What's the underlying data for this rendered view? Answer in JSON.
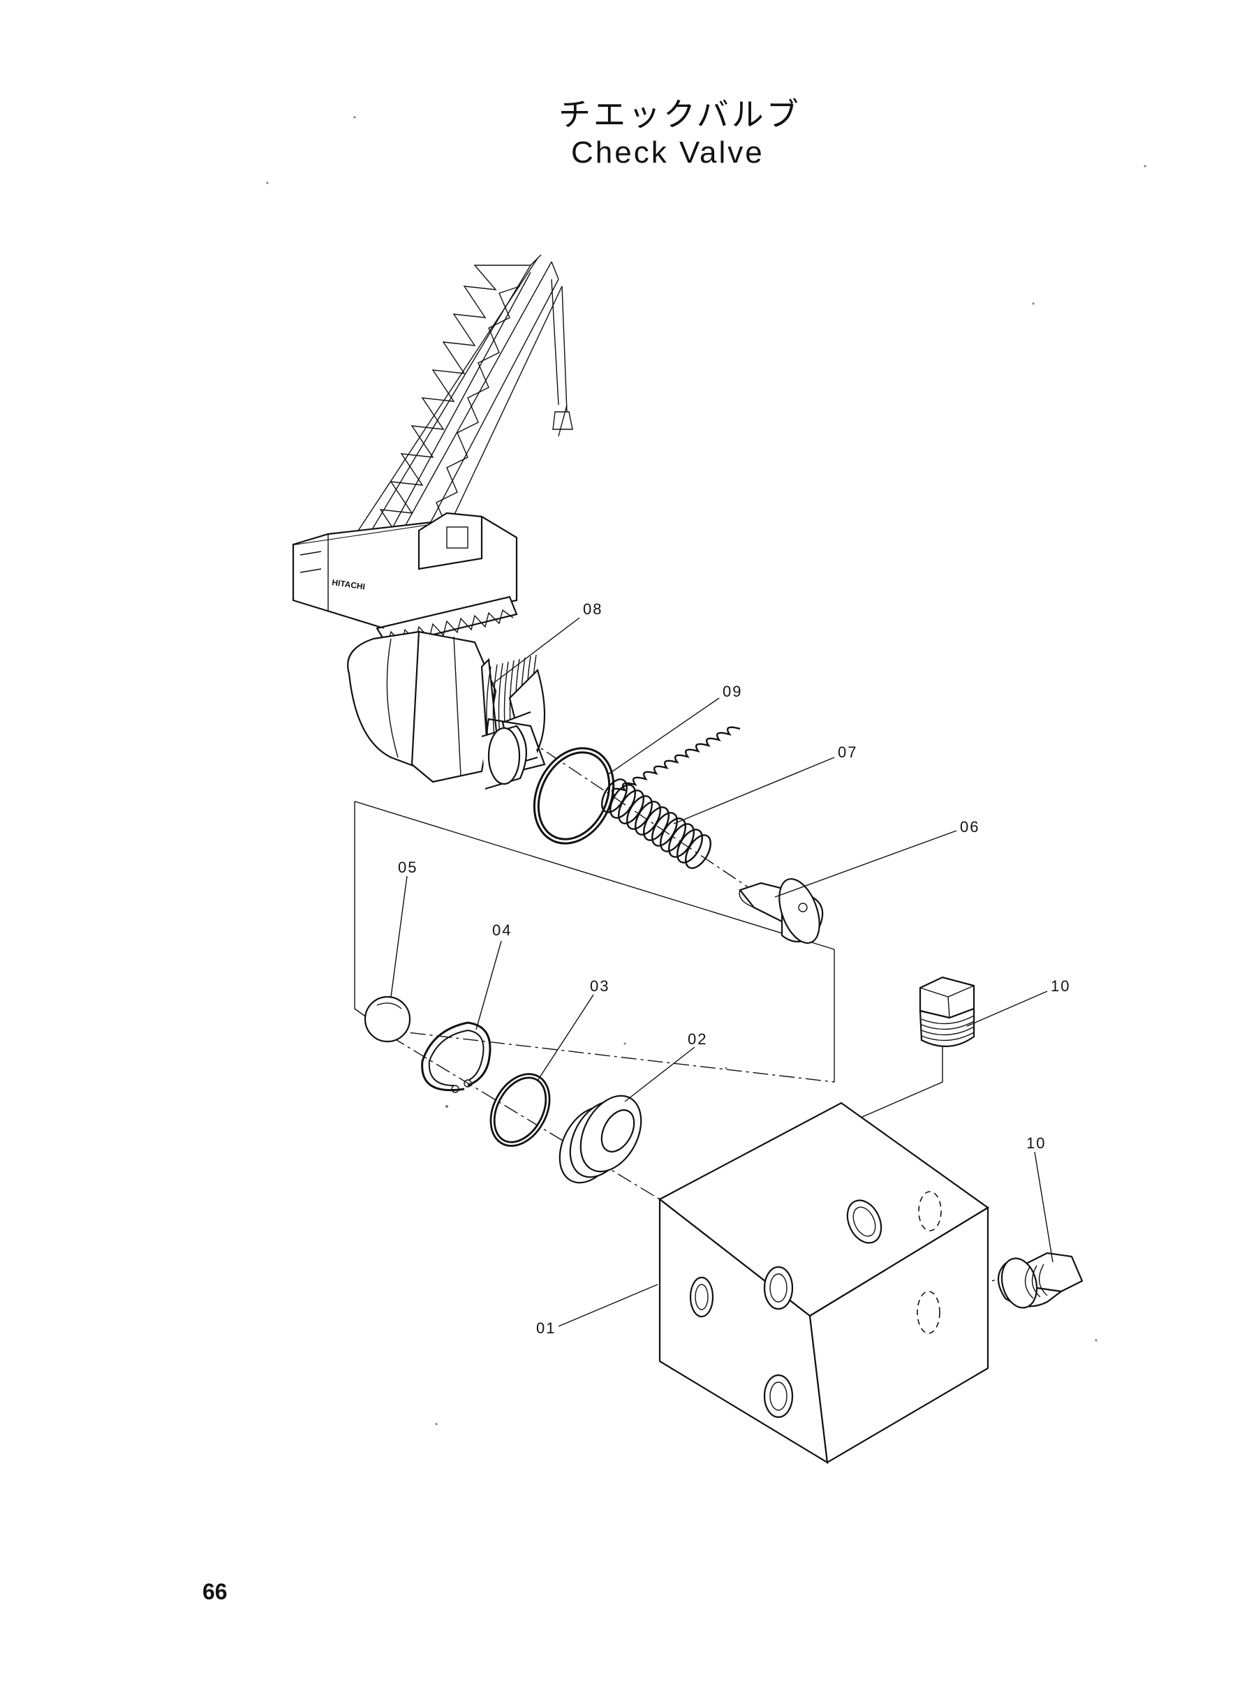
{
  "title": {
    "japanese": "チエックバルブ",
    "english": "Check Valve"
  },
  "page_number": "66",
  "illustration": {
    "machine_icon": "crawler-crane-icon",
    "machine_brand_text": "HITACHI"
  },
  "callouts": [
    {
      "id": "08",
      "part_icon": "plug-nut-icon"
    },
    {
      "id": "09",
      "part_icon": "o-ring-icon"
    },
    {
      "id": "07",
      "part_icon": "spring-icon"
    },
    {
      "id": "06",
      "part_icon": "poppet-icon"
    },
    {
      "id": "05",
      "part_icon": "ball-icon"
    },
    {
      "id": "04",
      "part_icon": "snap-ring-icon"
    },
    {
      "id": "03",
      "part_icon": "o-ring-icon"
    },
    {
      "id": "02",
      "part_icon": "seat-icon"
    },
    {
      "id": "10",
      "part_icon": "plug-icon"
    },
    {
      "id": "10",
      "part_icon": "plug-icon"
    },
    {
      "id": "01",
      "part_icon": "valve-body-icon"
    }
  ]
}
